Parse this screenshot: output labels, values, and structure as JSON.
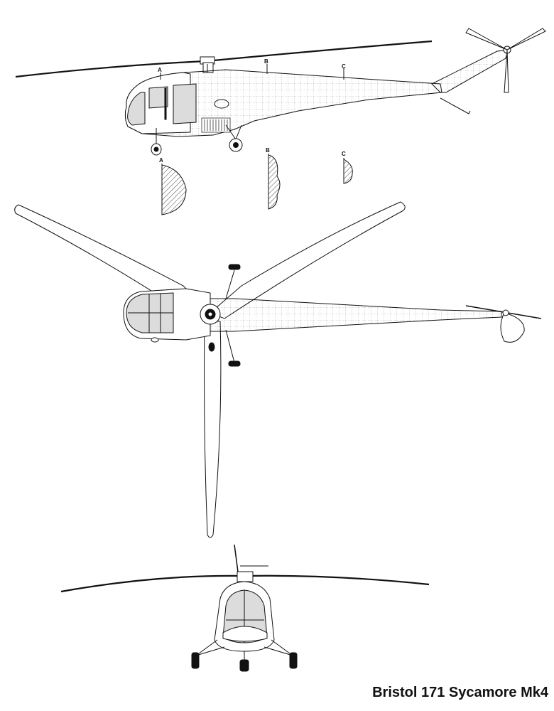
{
  "title": "Bristol 171 Sycamore Mk4",
  "section_labels": {
    "a": "A",
    "b": "B",
    "c": "C"
  },
  "colors": {
    "ink": "#111111",
    "glazing": "#dcdcdc",
    "background": "#ffffff"
  },
  "views": [
    "side-view",
    "section-views",
    "top-view",
    "front-view"
  ]
}
